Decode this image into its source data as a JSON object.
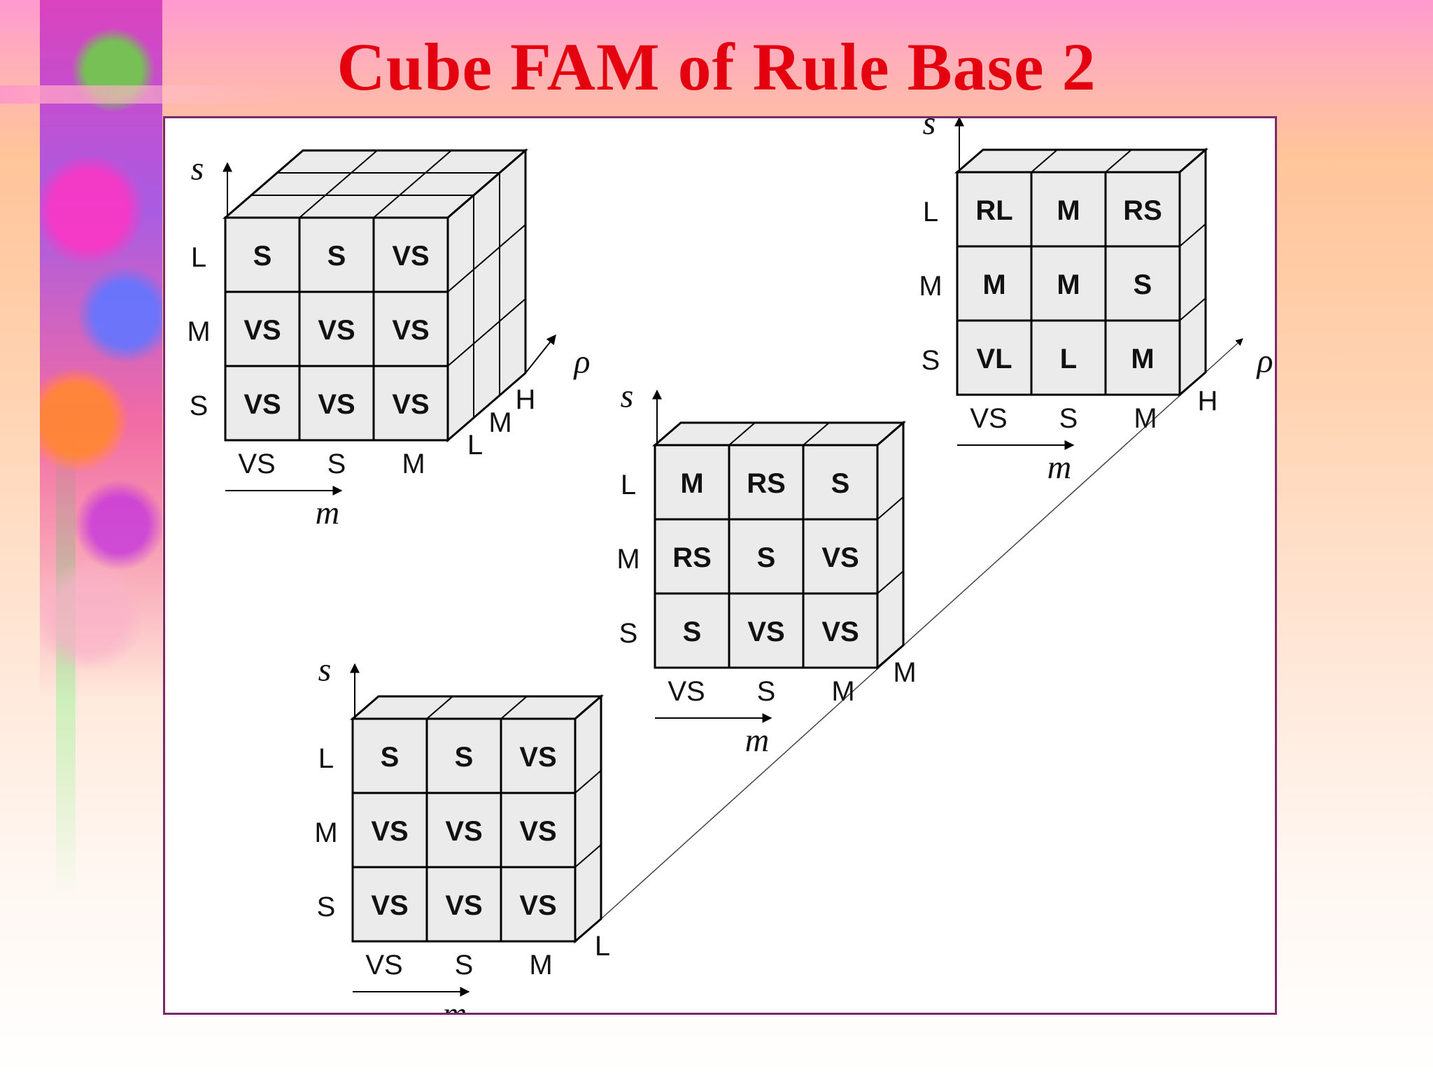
{
  "title": "Cube FAM of Rule Base 2",
  "axes": {
    "s_name": "s",
    "m_name": "m",
    "rho_name": "ρ",
    "s_levels": [
      "L",
      "M",
      "S"
    ],
    "m_levels": [
      "VS",
      "S",
      "M"
    ],
    "rho_levels": [
      "L",
      "M",
      "H"
    ]
  },
  "cube": {
    "rho_L_front": [
      [
        "S",
        "S",
        "VS"
      ],
      [
        "VS",
        "VS",
        "VS"
      ],
      [
        "VS",
        "VS",
        "VS"
      ]
    ],
    "rho_L": [
      [
        "S",
        "S",
        "VS"
      ],
      [
        "VS",
        "VS",
        "VS"
      ],
      [
        "VS",
        "VS",
        "VS"
      ]
    ],
    "rho_M": [
      [
        "M",
        "RS",
        "S"
      ],
      [
        "RS",
        "S",
        "VS"
      ],
      [
        "S",
        "VS",
        "VS"
      ]
    ],
    "rho_H": [
      [
        "RL",
        "M",
        "RS"
      ],
      [
        "M",
        "M",
        "S"
      ],
      [
        "VL",
        "L",
        "M"
      ]
    ]
  }
}
